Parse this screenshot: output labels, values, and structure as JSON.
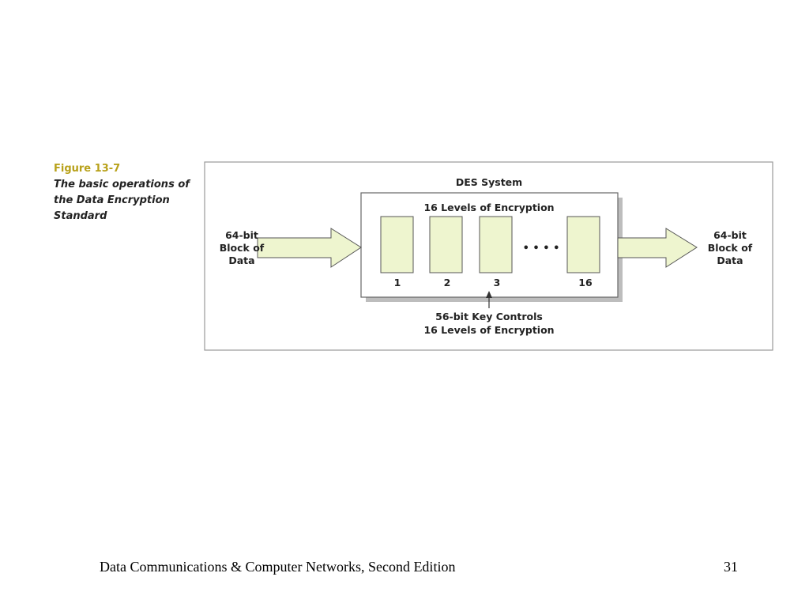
{
  "figure": {
    "number": "Figure 13-7",
    "caption_lines": [
      "The basic operations of",
      "the Data Encryption",
      "Standard"
    ]
  },
  "diagram": {
    "system_label": "DES System",
    "levels_label": "16 Levels of Encryption",
    "input_label": [
      "64-bit",
      "Block of",
      "Data"
    ],
    "output_label": [
      "64-bit",
      "Block of",
      "Data"
    ],
    "level_numbers": [
      "1",
      "2",
      "3",
      "16"
    ],
    "ellipsis": "• • • •",
    "key_label": [
      "56-bit Key Controls",
      "16 Levels of Encryption"
    ],
    "colors": {
      "block_fill": "#eef5cf",
      "stroke": "#555555",
      "shadow": "#bdbdbd",
      "frame": "#9a9a9a"
    }
  },
  "footer": {
    "title": "Data Communications & Computer Networks, Second Edition",
    "page": "31"
  }
}
